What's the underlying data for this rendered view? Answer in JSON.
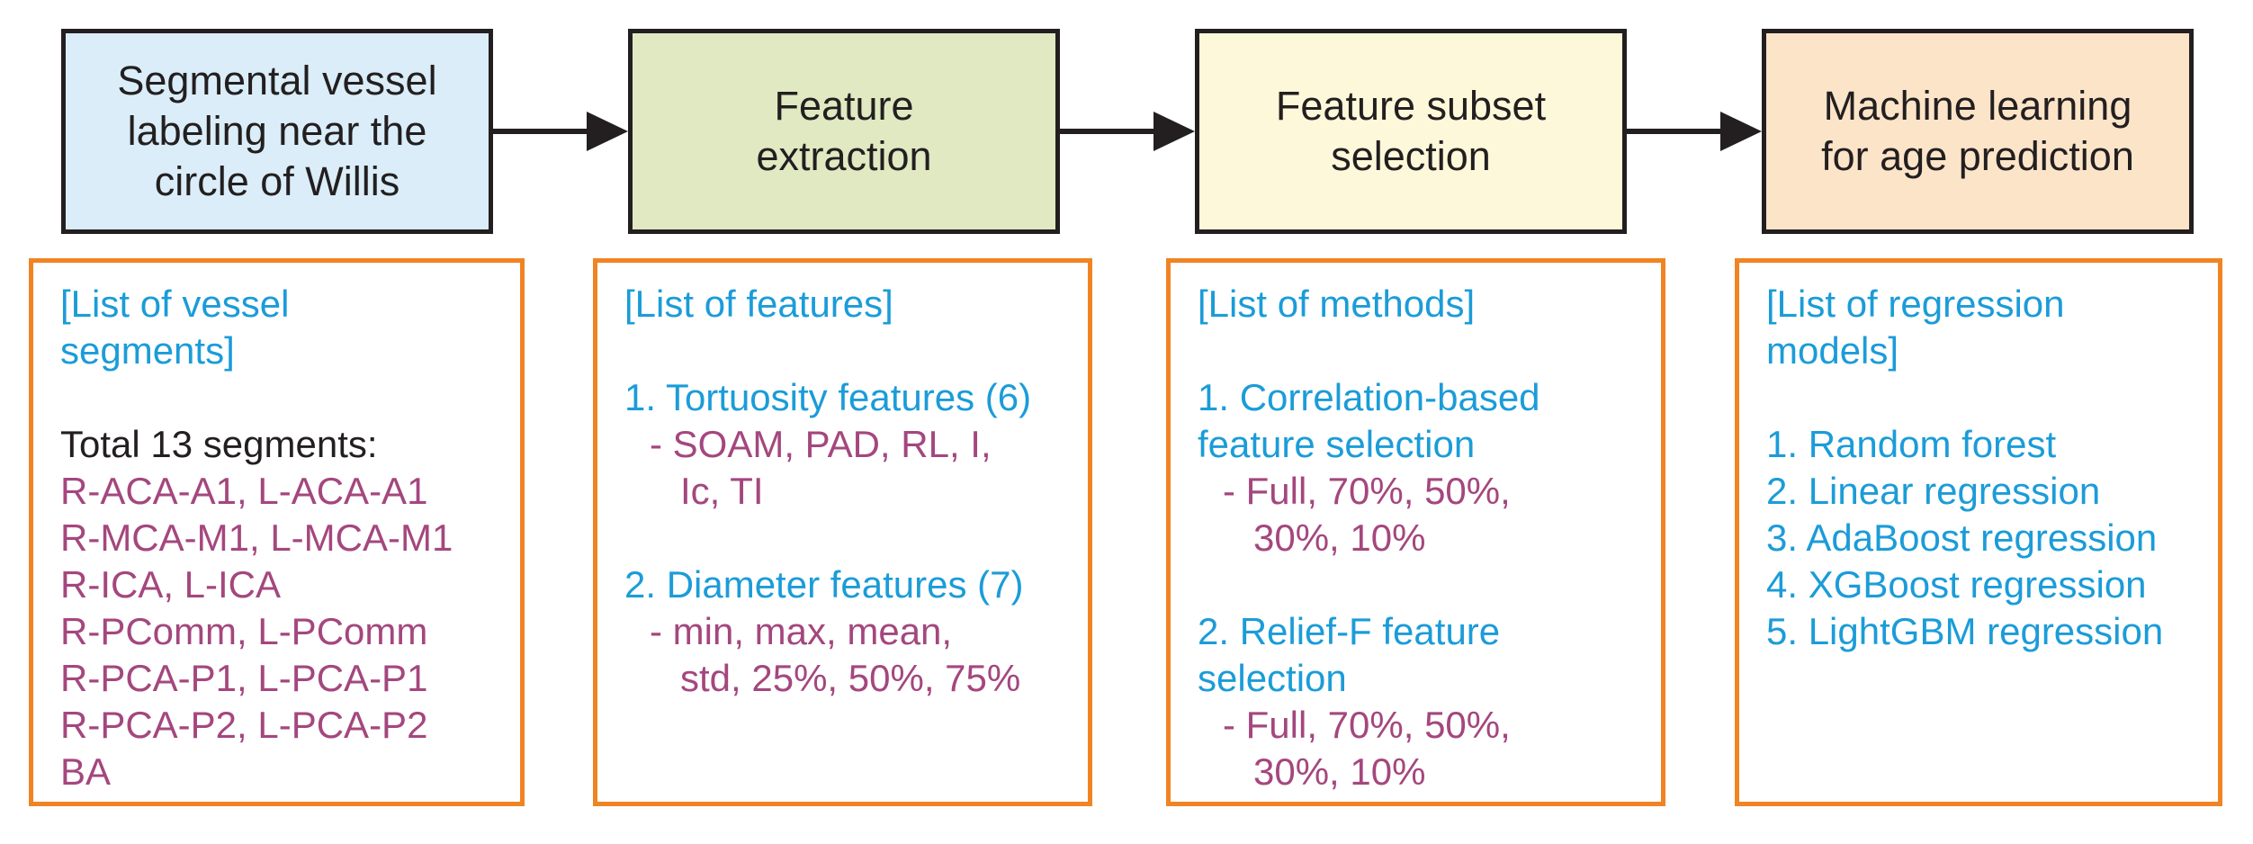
{
  "colors": {
    "stage_border": "#231f20",
    "detail_border": "#f08423",
    "arrow": "#231f20",
    "text_blue": "#1b9cd8",
    "text_purple": "#a4477e",
    "text_black": "#231f20",
    "stage1_fill": "#daedf8",
    "stage2_fill": "#e0e9c1",
    "stage3_fill": "#fcf8d9",
    "stage4_fill": "#fce4c8"
  },
  "stages": [
    {
      "id": "segmental-vessel-labeling",
      "title": "Segmental vessel labeling near the circle of Willis",
      "title_lines": [
        "Segmental vessel",
        "labeling near the",
        "circle of Willis"
      ],
      "fill": "#daedf8",
      "detail_lines": [
        {
          "text": "[List of vessel",
          "color": "blue",
          "indent": 0
        },
        {
          "text": "segments]",
          "color": "blue",
          "indent": 0
        },
        {
          "text": "",
          "color": "black",
          "indent": 0
        },
        {
          "text": "Total 13 segments:",
          "color": "black",
          "indent": 0
        },
        {
          "text": "R-ACA-A1, L-ACA-A1",
          "color": "purple",
          "indent": 0
        },
        {
          "text": "R-MCA-M1, L-MCA-M1",
          "color": "purple",
          "indent": 0
        },
        {
          "text": "R-ICA, L-ICA",
          "color": "purple",
          "indent": 0
        },
        {
          "text": "R-PComm, L-PComm",
          "color": "purple",
          "indent": 0
        },
        {
          "text": "R-PCA-P1, L-PCA-P1",
          "color": "purple",
          "indent": 0
        },
        {
          "text": "R-PCA-P2, L-PCA-P2",
          "color": "purple",
          "indent": 0
        },
        {
          "text": "BA",
          "color": "purple",
          "indent": 0
        }
      ]
    },
    {
      "id": "feature-extraction",
      "title": "Feature extraction",
      "title_lines": [
        "Feature",
        "extraction"
      ],
      "fill": "#e0e9c1",
      "detail_lines": [
        {
          "text": "[List of features]",
          "color": "blue",
          "indent": 0
        },
        {
          "text": "",
          "color": "blue",
          "indent": 0
        },
        {
          "text": "1. Tortuosity features (6)",
          "color": "blue",
          "indent": 0
        },
        {
          "text": "- SOAM, PAD, RL, I,",
          "color": "purple",
          "indent": 1
        },
        {
          "text": "Ic, TI",
          "color": "purple",
          "indent": 2
        },
        {
          "text": "",
          "color": "blue",
          "indent": 0
        },
        {
          "text": "2. Diameter features (7)",
          "color": "blue",
          "indent": 0
        },
        {
          "text": "- min, max, mean,",
          "color": "purple",
          "indent": 1
        },
        {
          "text": "std, 25%, 50%, 75%",
          "color": "purple",
          "indent": 2
        }
      ]
    },
    {
      "id": "feature-subset-selection",
      "title": "Feature subset selection",
      "title_lines": [
        "Feature subset",
        "selection"
      ],
      "fill": "#fcf8d9",
      "detail_lines": [
        {
          "text": "[List of methods]",
          "color": "blue",
          "indent": 0
        },
        {
          "text": "",
          "color": "blue",
          "indent": 0
        },
        {
          "text": "1. Correlation-based",
          "color": "blue",
          "indent": 0
        },
        {
          "text": "feature selection",
          "color": "blue",
          "indent": 0
        },
        {
          "text": "- Full, 70%, 50%,",
          "color": "purple",
          "indent": 1
        },
        {
          "text": "30%, 10%",
          "color": "purple",
          "indent": 2
        },
        {
          "text": "",
          "color": "blue",
          "indent": 0
        },
        {
          "text": "2. Relief-F feature",
          "color": "blue",
          "indent": 0
        },
        {
          "text": "selection",
          "color": "blue",
          "indent": 0
        },
        {
          "text": "- Full, 70%, 50%,",
          "color": "purple",
          "indent": 1
        },
        {
          "text": "30%, 10%",
          "color": "purple",
          "indent": 2
        }
      ]
    },
    {
      "id": "machine-learning-age-prediction",
      "title": "Machine learning for age prediction",
      "title_lines": [
        "Machine learning",
        "for age prediction"
      ],
      "fill": "#fce4c8",
      "detail_lines": [
        {
          "text": "[List of regression",
          "color": "blue",
          "indent": 0
        },
        {
          "text": "models]",
          "color": "blue",
          "indent": 0
        },
        {
          "text": "",
          "color": "blue",
          "indent": 0
        },
        {
          "text": "1. Random forest",
          "color": "blue",
          "indent": 0
        },
        {
          "text": "2. Linear regression",
          "color": "blue",
          "indent": 0
        },
        {
          "text": "3. AdaBoost regression",
          "color": "blue",
          "indent": 0
        },
        {
          "text": "4. XGBoost regression",
          "color": "blue",
          "indent": 0
        },
        {
          "text": "5. LightGBM regression",
          "color": "blue",
          "indent": 0
        }
      ]
    }
  ]
}
